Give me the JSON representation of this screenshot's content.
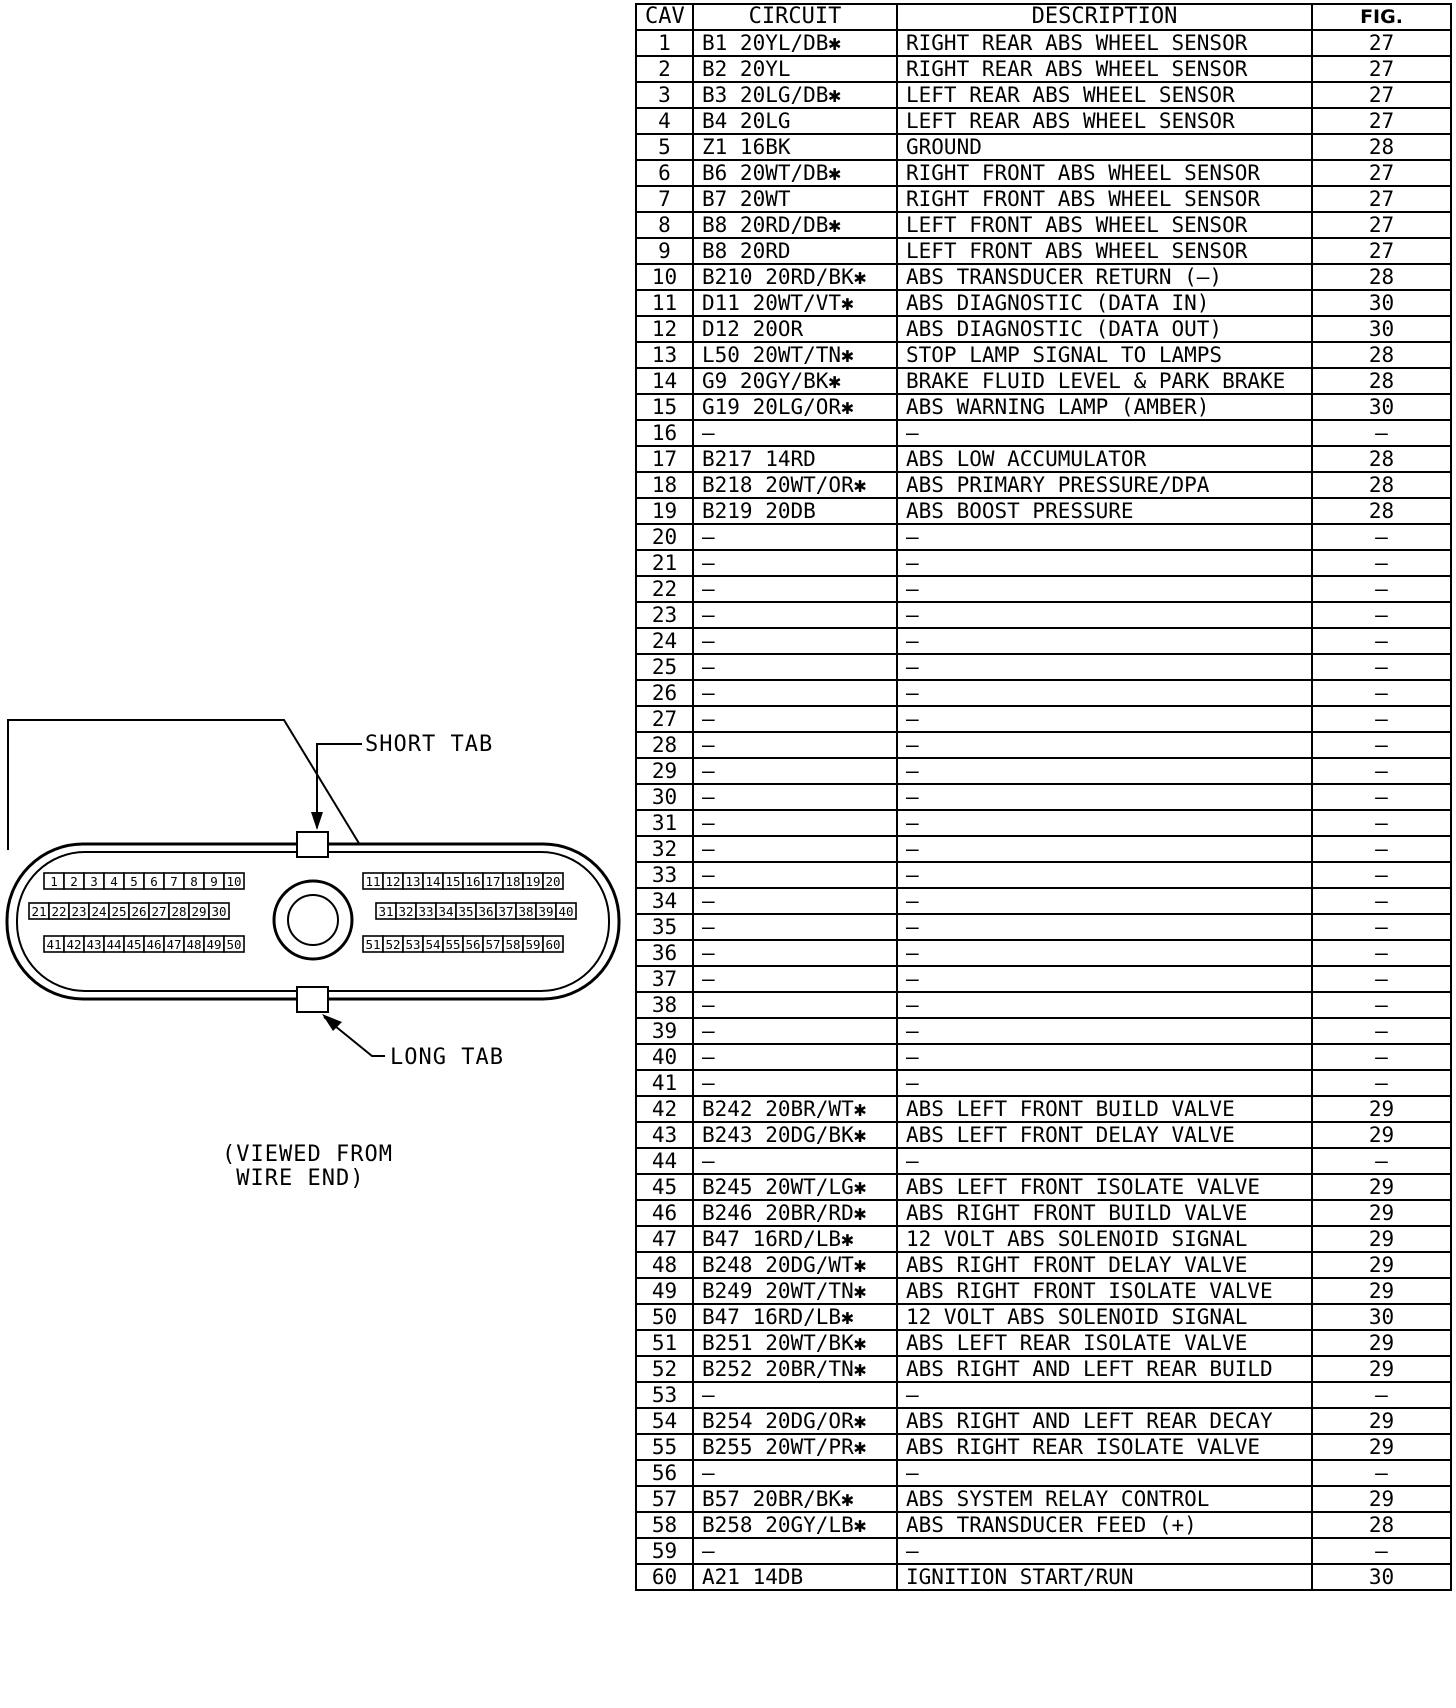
{
  "table": {
    "headers": {
      "cav": "CAV",
      "circuit": "CIRCUIT",
      "description": "DESCRIPTION",
      "fig": "FIG."
    },
    "rows": [
      {
        "cav": "1",
        "circuit": "B1  20YL/DB✱",
        "description": "RIGHT REAR ABS WHEEL SENSOR",
        "fig": "27"
      },
      {
        "cav": "2",
        "circuit": "B2  20YL",
        "description": "RIGHT REAR ABS WHEEL SENSOR",
        "fig": "27"
      },
      {
        "cav": "3",
        "circuit": "B3  20LG/DB✱",
        "description": "LEFT REAR ABS WHEEL SENSOR",
        "fig": "27"
      },
      {
        "cav": "4",
        "circuit": "B4  20LG",
        "description": "LEFT REAR ABS WHEEL SENSOR",
        "fig": "27"
      },
      {
        "cav": "5",
        "circuit": "Z1  16BK",
        "description": "GROUND",
        "fig": "28"
      },
      {
        "cav": "6",
        "circuit": "B6  20WT/DB✱",
        "description": "RIGHT FRONT ABS WHEEL SENSOR",
        "fig": "27"
      },
      {
        "cav": "7",
        "circuit": "B7  20WT",
        "description": "RIGHT FRONT ABS WHEEL SENSOR",
        "fig": "27"
      },
      {
        "cav": "8",
        "circuit": "B8  20RD/DB✱",
        "description": "LEFT FRONT ABS WHEEL SENSOR",
        "fig": "27"
      },
      {
        "cav": "9",
        "circuit": "B8  20RD",
        "description": "LEFT FRONT ABS WHEEL SENSOR",
        "fig": "27"
      },
      {
        "cav": "10",
        "circuit": "B210  20RD/BK✱",
        "description": "ABS TRANSDUCER RETURN (—)",
        "fig": "28"
      },
      {
        "cav": "11",
        "circuit": "D11  20WT/VT✱",
        "description": "ABS DIAGNOSTIC (DATA IN)",
        "fig": "30"
      },
      {
        "cav": "12",
        "circuit": "D12  20OR",
        "description": "ABS DIAGNOSTIC (DATA OUT)",
        "fig": "30"
      },
      {
        "cav": "13",
        "circuit": "L50  20WT/TN✱",
        "description": "STOP LAMP SIGNAL TO LAMPS",
        "fig": "28"
      },
      {
        "cav": "14",
        "circuit": "G9  20GY/BK✱",
        "description": "BRAKE FLUID LEVEL & PARK BRAKE",
        "fig": "28"
      },
      {
        "cav": "15",
        "circuit": "G19  20LG/OR✱",
        "description": "ABS WARNING LAMP (AMBER)",
        "fig": "30"
      },
      {
        "cav": "16",
        "circuit": "—",
        "description": "—",
        "fig": "—"
      },
      {
        "cav": "17",
        "circuit": "B217  14RD",
        "description": "ABS LOW ACCUMULATOR",
        "fig": "28"
      },
      {
        "cav": "18",
        "circuit": "B218  20WT/OR✱",
        "description": "ABS PRIMARY PRESSURE/DPA",
        "fig": "28"
      },
      {
        "cav": "19",
        "circuit": "B219  20DB",
        "description": "ABS BOOST PRESSURE",
        "fig": "28"
      },
      {
        "cav": "20",
        "circuit": "—",
        "description": "—",
        "fig": "—"
      },
      {
        "cav": "21",
        "circuit": "—",
        "description": "—",
        "fig": "—"
      },
      {
        "cav": "22",
        "circuit": "—",
        "description": "—",
        "fig": "—"
      },
      {
        "cav": "23",
        "circuit": "—",
        "description": "—",
        "fig": "—"
      },
      {
        "cav": "24",
        "circuit": "—",
        "description": "—",
        "fig": "—"
      },
      {
        "cav": "25",
        "circuit": "—",
        "description": "—",
        "fig": "—"
      },
      {
        "cav": "26",
        "circuit": "—",
        "description": "—",
        "fig": "—"
      },
      {
        "cav": "27",
        "circuit": "—",
        "description": "—",
        "fig": "—"
      },
      {
        "cav": "28",
        "circuit": "—",
        "description": "—",
        "fig": "—"
      },
      {
        "cav": "29",
        "circuit": "—",
        "description": "—",
        "fig": "—"
      },
      {
        "cav": "30",
        "circuit": "—",
        "description": "—",
        "fig": "—"
      },
      {
        "cav": "31",
        "circuit": "—",
        "description": "—",
        "fig": "—"
      },
      {
        "cav": "32",
        "circuit": "—",
        "description": "—",
        "fig": "—"
      },
      {
        "cav": "33",
        "circuit": "—",
        "description": "—",
        "fig": "—"
      },
      {
        "cav": "34",
        "circuit": "—",
        "description": "—",
        "fig": "—"
      },
      {
        "cav": "35",
        "circuit": "—",
        "description": "—",
        "fig": "—"
      },
      {
        "cav": "36",
        "circuit": "—",
        "description": "—",
        "fig": "—"
      },
      {
        "cav": "37",
        "circuit": "—",
        "description": "—",
        "fig": "—"
      },
      {
        "cav": "38",
        "circuit": "—",
        "description": "—",
        "fig": "—"
      },
      {
        "cav": "39",
        "circuit": "—",
        "description": "—",
        "fig": "—"
      },
      {
        "cav": "40",
        "circuit": "—",
        "description": "—",
        "fig": "—"
      },
      {
        "cav": "41",
        "circuit": "—",
        "description": "—",
        "fig": "—"
      },
      {
        "cav": "42",
        "circuit": "B242  20BR/WT✱",
        "description": "ABS LEFT FRONT BUILD VALVE",
        "fig": "29"
      },
      {
        "cav": "43",
        "circuit": "B243  20DG/BK✱",
        "description": "ABS LEFT FRONT DELAY VALVE",
        "fig": "29"
      },
      {
        "cav": "44",
        "circuit": "—",
        "description": "—",
        "fig": "—"
      },
      {
        "cav": "45",
        "circuit": "B245  20WT/LG✱",
        "description": "ABS LEFT FRONT ISOLATE VALVE",
        "fig": "29"
      },
      {
        "cav": "46",
        "circuit": "B246  20BR/RD✱",
        "description": "ABS RIGHT FRONT BUILD VALVE",
        "fig": "29"
      },
      {
        "cav": "47",
        "circuit": "B47  16RD/LB✱",
        "description": "12 VOLT ABS SOLENOID SIGNAL",
        "fig": "29"
      },
      {
        "cav": "48",
        "circuit": "B248  20DG/WT✱",
        "description": "ABS RIGHT FRONT DELAY VALVE",
        "fig": "29"
      },
      {
        "cav": "49",
        "circuit": "B249  20WT/TN✱",
        "description": "ABS RIGHT FRONT ISOLATE VALVE",
        "fig": "29"
      },
      {
        "cav": "50",
        "circuit": "B47  16RD/LB✱",
        "description": "12 VOLT ABS SOLENOID SIGNAL",
        "fig": "30"
      },
      {
        "cav": "51",
        "circuit": "B251  20WT/BK✱",
        "description": "ABS LEFT REAR ISOLATE VALVE",
        "fig": "29"
      },
      {
        "cav": "52",
        "circuit": "B252  20BR/TN✱",
        "description": "ABS RIGHT AND LEFT REAR BUILD",
        "fig": "29"
      },
      {
        "cav": "53",
        "circuit": "—",
        "description": "—",
        "fig": "—"
      },
      {
        "cav": "54",
        "circuit": "B254  20DG/OR✱",
        "description": "ABS RIGHT AND LEFT REAR DECAY",
        "fig": "29"
      },
      {
        "cav": "55",
        "circuit": "B255  20WT/PR✱",
        "description": "ABS RIGHT REAR ISOLATE VALVE",
        "fig": "29"
      },
      {
        "cav": "56",
        "circuit": "—",
        "description": "—",
        "fig": "—"
      },
      {
        "cav": "57",
        "circuit": "B57  20BR/BK✱",
        "description": "ABS SYSTEM RELAY CONTROL",
        "fig": "29"
      },
      {
        "cav": "58",
        "circuit": "B258  20GY/LB✱",
        "description": "ABS TRANSDUCER FEED (+)",
        "fig": "28"
      },
      {
        "cav": "59",
        "circuit": "—",
        "description": "—",
        "fig": "—"
      },
      {
        "cav": "60",
        "circuit": "A21  14DB",
        "description": "IGNITION START/RUN",
        "fig": "30"
      }
    ]
  },
  "connector": {
    "short_tab_label": "SHORT TAB",
    "long_tab_label": "LONG TAB",
    "view_note": "(VIEWED FROM\n WIRE END)",
    "pin_rows": [
      [
        "1",
        "2",
        "3",
        "4",
        "5",
        "6",
        "7",
        "8",
        "9",
        "10"
      ],
      [
        "11",
        "12",
        "13",
        "14",
        "15",
        "16",
        "17",
        "18",
        "19",
        "20"
      ],
      [
        "21",
        "22",
        "23",
        "24",
        "25",
        "26",
        "27",
        "28",
        "29",
        "30"
      ],
      [
        "31",
        "32",
        "33",
        "34",
        "35",
        "36",
        "37",
        "38",
        "39",
        "40"
      ],
      [
        "41",
        "42",
        "43",
        "44",
        "45",
        "46",
        "47",
        "48",
        "49",
        "50"
      ],
      [
        "51",
        "52",
        "53",
        "54",
        "55",
        "56",
        "57",
        "58",
        "59",
        "60"
      ]
    ]
  }
}
